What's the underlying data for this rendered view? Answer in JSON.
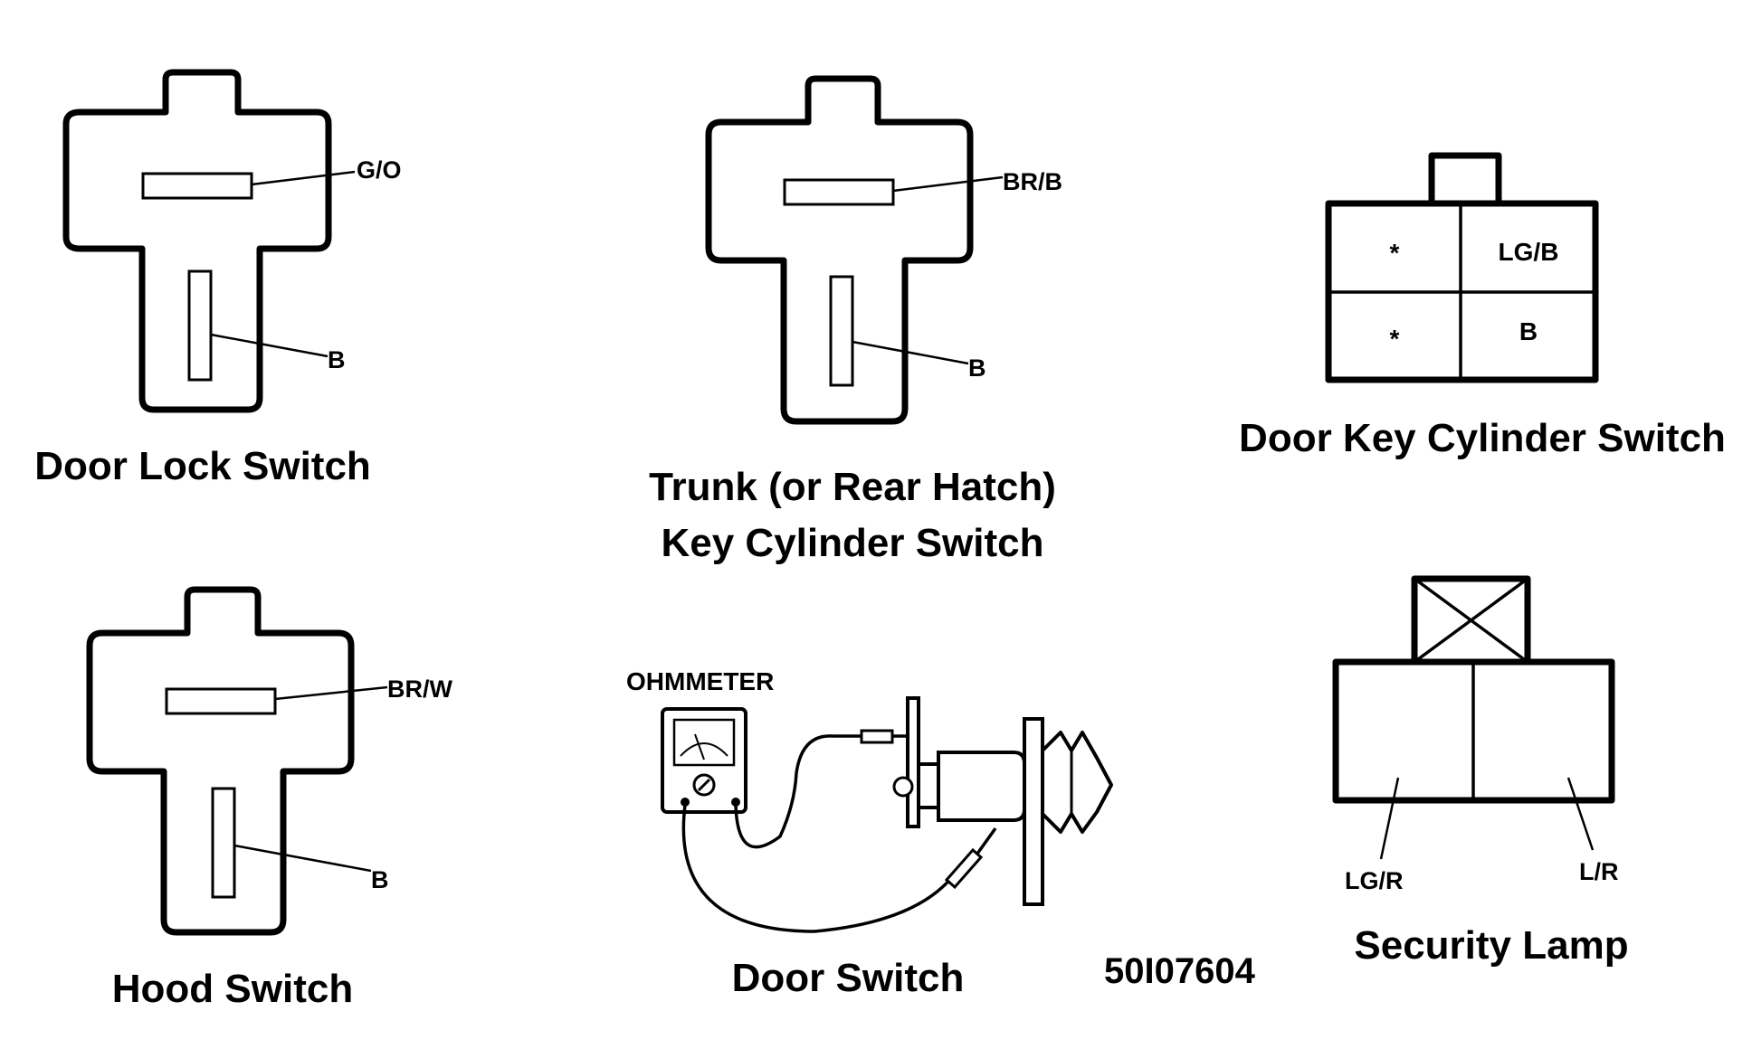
{
  "door_lock_switch": {
    "caption": "Door Lock Switch",
    "upper_wire": "G/O",
    "lower_wire": "B"
  },
  "trunk_key_switch": {
    "caption_line1": "Trunk (or Rear Hatch)",
    "caption_line2": "Key Cylinder Switch",
    "upper_wire": "BR/B",
    "lower_wire": "B"
  },
  "door_key_cylinder_switch": {
    "caption": "Door Key Cylinder Switch",
    "cells": [
      "*",
      "LG/B",
      "*",
      "B"
    ]
  },
  "hood_switch": {
    "caption": "Hood Switch",
    "upper_wire": "BR/W",
    "lower_wire": "B"
  },
  "door_switch": {
    "caption": "Door Switch",
    "meter_label": "OHMMETER"
  },
  "part_number": "50I07604",
  "security_lamp": {
    "caption": "Security Lamp",
    "left_wire": "LG/R",
    "right_wire": "L/R"
  }
}
